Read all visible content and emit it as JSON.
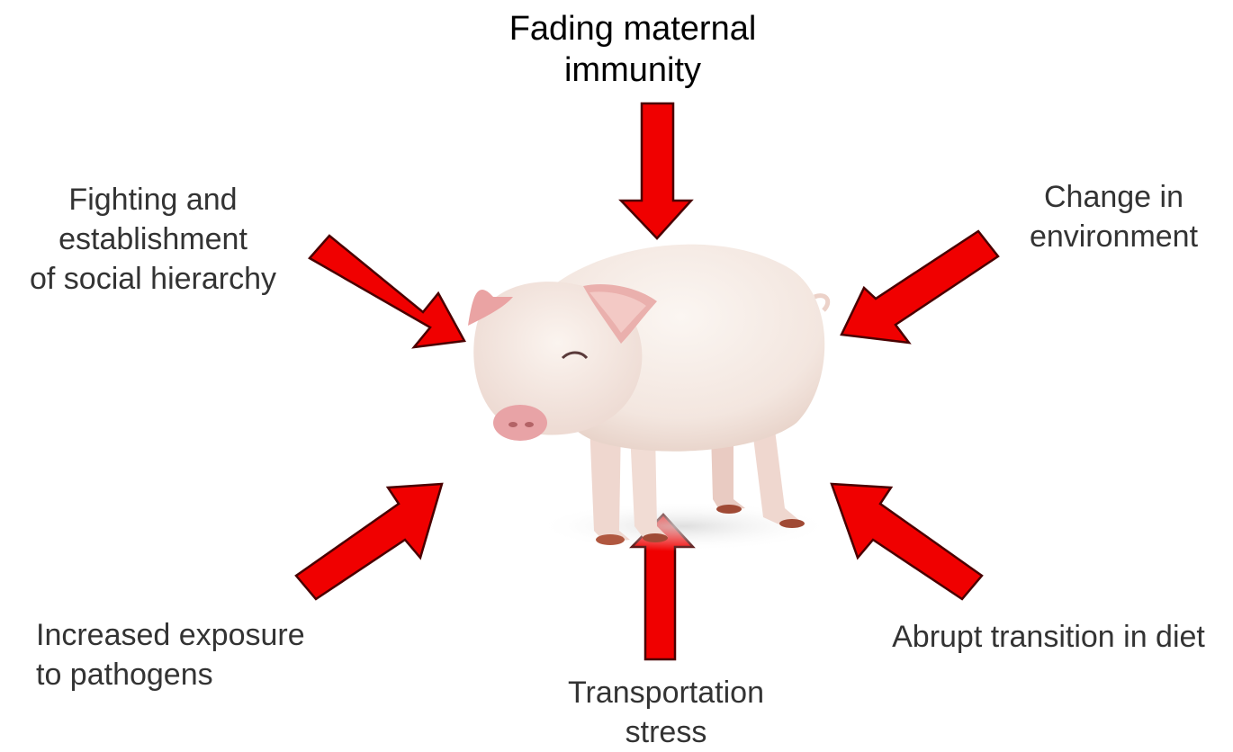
{
  "diagram": {
    "center": {
      "icon": "pig-icon"
    },
    "factors": {
      "top": {
        "line1": "Fading maternal",
        "line2": "immunity"
      },
      "top_left": {
        "line1": "Fighting and",
        "line2": "establishment",
        "line3": "of social hierarchy"
      },
      "top_right": {
        "line1": "Change in",
        "line2": "environment"
      },
      "bottom_left": {
        "line1": "Increased exposure",
        "line2": "to pathogens"
      },
      "bottom_right": {
        "line1": "Abrupt transition in diet"
      },
      "bottom": {
        "line1": "Transportation",
        "line2": "stress"
      }
    },
    "colors": {
      "arrow_fill": "#f00000",
      "arrow_outline": "#4a0000",
      "pig_skin": "#f5ece6",
      "pig_pink": "#e8a3a6"
    }
  }
}
